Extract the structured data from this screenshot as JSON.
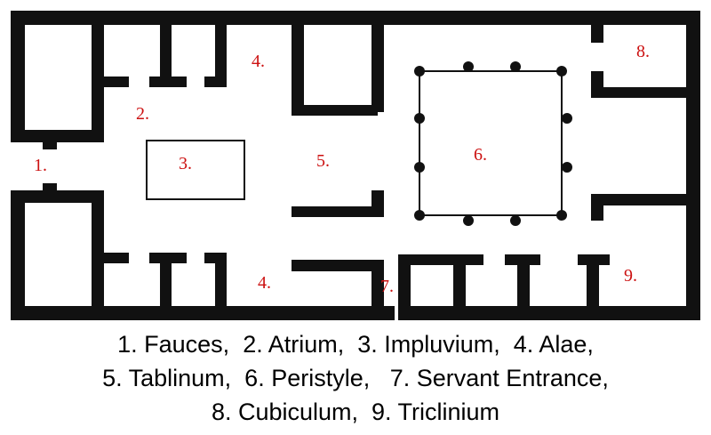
{
  "diagram": {
    "colors": {
      "wall": "#111111",
      "label": "#cc1111",
      "caption": "#000000"
    },
    "room_labels": {
      "fauces": "1.",
      "atrium": "2.",
      "impluvium": "3.",
      "alae_top": "4.",
      "alae_bottom": "4.",
      "tablinum": "5.",
      "peristyle": "6.",
      "servant_entrance": "7.",
      "cubiculum": "8.",
      "triclinium": "9."
    },
    "caption": {
      "line1": "1. Fauces,  2. Atrium,  3. Impluvium,  4. Alae,",
      "line2": "5. Tablinum,  6. Peristyle,   7. Servant Entrance,",
      "line3": "8. Cubiculum,  9. Triclinium"
    }
  }
}
